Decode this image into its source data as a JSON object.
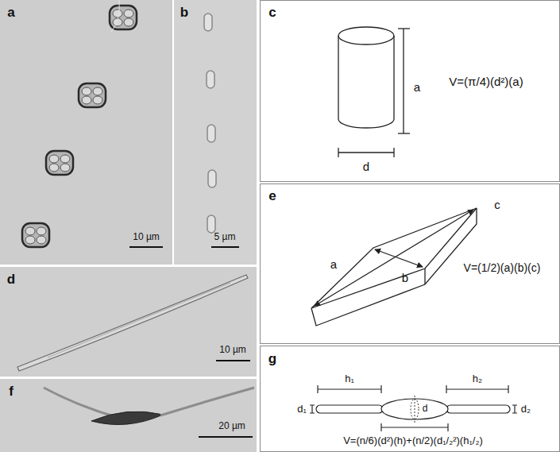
{
  "diagram": {
    "nodes": [
      {
        "text": [
          "a",
          "10 µm"
        ]
      },
      {
        "text": [
          "b",
          "5 µm"
        ]
      },
      {
        "text": [
          "c",
          "a",
          "d",
          "V=(π/4)(d²)(a)"
        ]
      },
      {
        "text": [
          "d",
          "10 µm"
        ]
      },
      {
        "text": [
          "e",
          "a",
          "b",
          "c",
          "V=(1/2)(a)(b)(c)"
        ]
      },
      {
        "text": [
          "f",
          "20 µm"
        ]
      },
      {
        "text": [
          "g",
          "h₁",
          "h₂",
          "d₁",
          "d",
          "d₂",
          "V=(n/6)(d²)(h)+(n/2)(d₁/₂²)(h₁/₂)"
        ]
      }
    ]
  }
}
